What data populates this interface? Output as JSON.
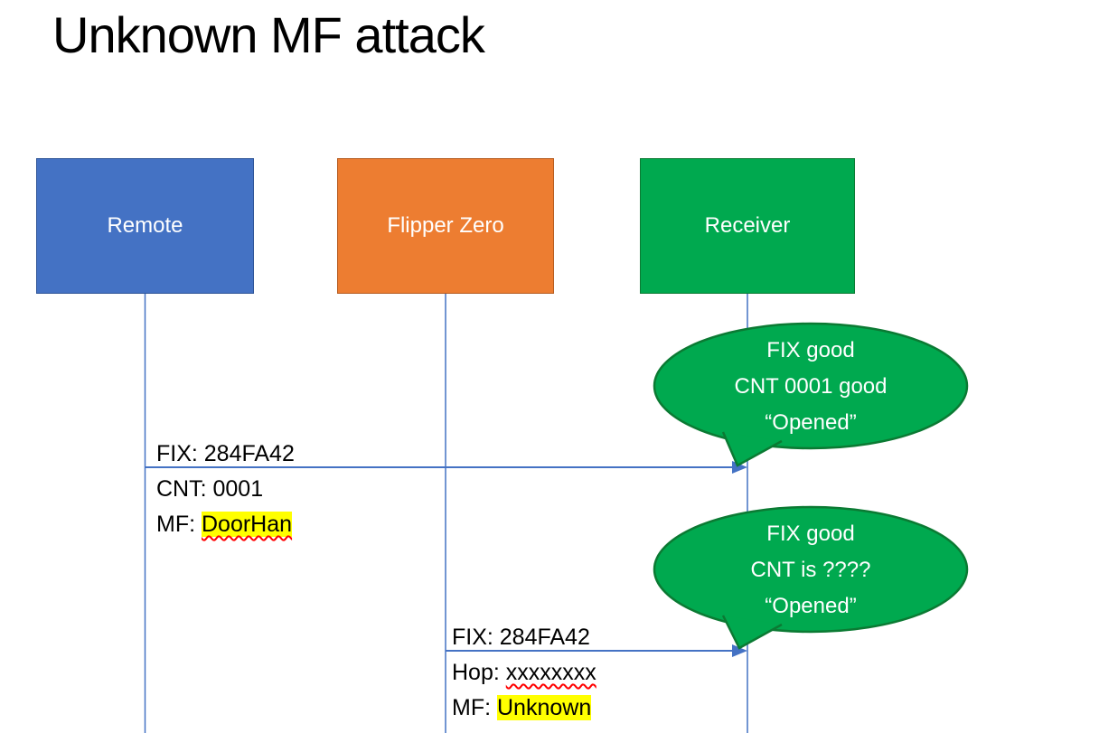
{
  "title": "Unknown MF attack",
  "actors": [
    {
      "label": "Remote"
    },
    {
      "label": "Flipper Zero"
    },
    {
      "label": "Receiver"
    }
  ],
  "message1": {
    "line1": "FIX: 284FA42",
    "line2": "CNT: 0001",
    "line3_prefix": "MF: ",
    "line3_term": "DoorHan"
  },
  "message2": {
    "line1": "FIX: 284FA42",
    "line2_prefix": "Hop: ",
    "line2_term": "xxxxxxxx",
    "line3_prefix": "MF: ",
    "line3_term": "Unknown"
  },
  "bubble1": {
    "line1": "FIX good",
    "line2": "CNT 0001 good",
    "line3": "“Opened”"
  },
  "bubble2": {
    "line1": "FIX good",
    "line2": "CNT is ????",
    "line3": "“Opened”"
  },
  "colors": {
    "remote_fill": "#4472C4",
    "remote_border": "#2F5597",
    "flipper_fill": "#ED7D31",
    "flipper_border": "#B55B1F",
    "receiver_fill": "#00A94F",
    "receiver_border": "#0B7A33",
    "bubble_fill": "#00A94F",
    "bubble_border": "#0B7A33",
    "line_color": "#4472C4",
    "highlight": "#FFFF00",
    "squiggle": "#FF0000"
  }
}
